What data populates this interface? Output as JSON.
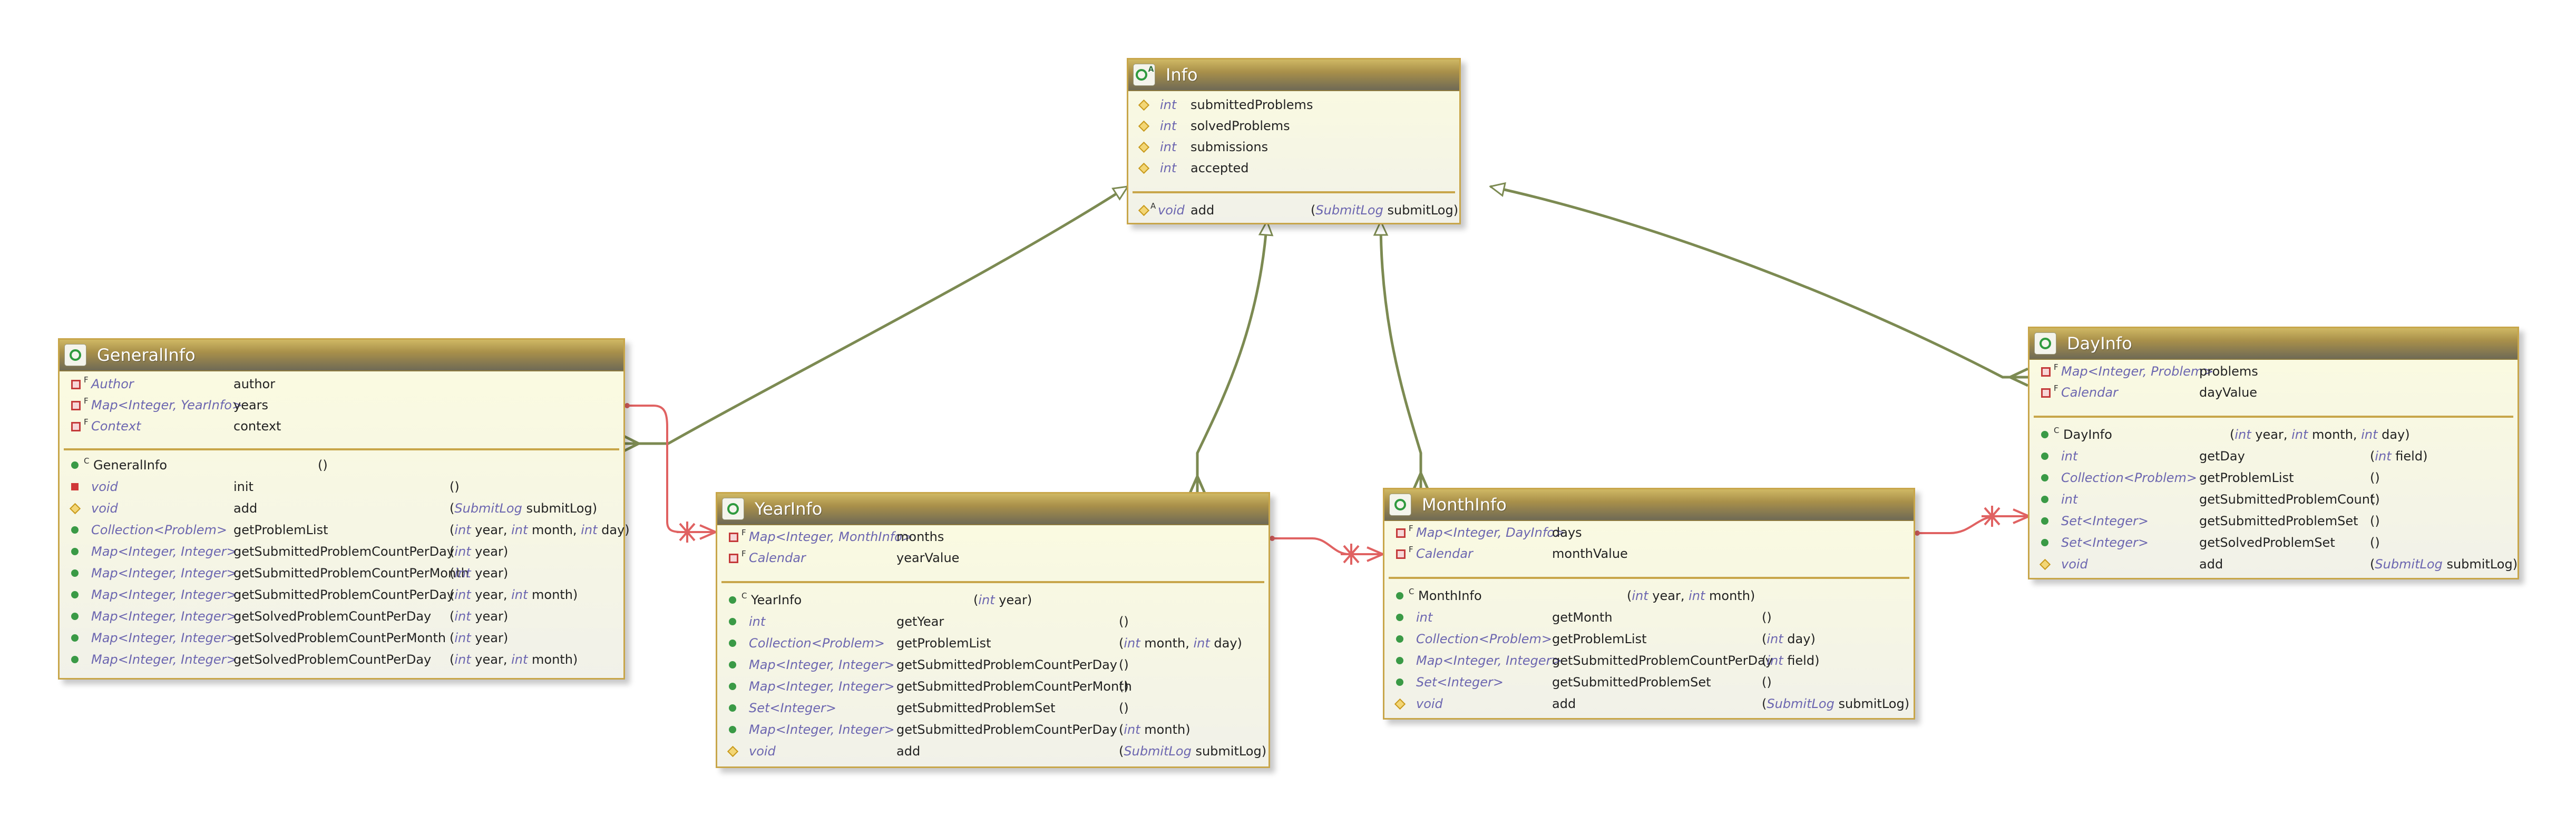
{
  "colors": {
    "inheritance_edge": "#7c8a52",
    "composition_edge": "#e06262",
    "class_border": "#c8a64a"
  },
  "classes": {
    "info": {
      "name": "Info",
      "kind_marker": "A",
      "fields": [
        {
          "visibility": "package",
          "type": "int",
          "name": "submittedProblems"
        },
        {
          "visibility": "package",
          "type": "int",
          "name": "solvedProblems"
        },
        {
          "visibility": "package",
          "type": "int",
          "name": "submissions"
        },
        {
          "visibility": "package",
          "type": "int",
          "name": "accepted"
        }
      ],
      "methods": [
        {
          "visibility": "package",
          "modifier": "A",
          "type": "void",
          "name": "add",
          "params_pre": "(",
          "params_type": "SubmitLog",
          "params_post": " submitLog)"
        }
      ]
    },
    "general": {
      "name": "GeneralInfo",
      "fields": [
        {
          "visibility": "private",
          "modifier": "F",
          "type": "Author",
          "name": "author"
        },
        {
          "visibility": "private",
          "modifier": "F",
          "type": "Map<Integer, YearInfo>",
          "name": "years"
        },
        {
          "visibility": "private",
          "modifier": "F",
          "type": "Context",
          "name": "context"
        }
      ],
      "methods": [
        {
          "visibility": "public",
          "modifier": "C",
          "name": "GeneralInfo",
          "params": "()"
        },
        {
          "visibility": "private-filled",
          "type": "void",
          "name": "init",
          "params": "()"
        },
        {
          "visibility": "package",
          "type": "void",
          "name": "add",
          "params_pre": "(",
          "params_type": "SubmitLog",
          "params_post": " submitLog)"
        },
        {
          "visibility": "public",
          "type": "Collection<Problem>",
          "name": "getProblemList",
          "params_html": "(<i>int</i> year, <i>int</i> month, <i>int</i> day)"
        },
        {
          "visibility": "public",
          "type": "Map<Integer, Integer>",
          "name": "getSubmittedProblemCountPerDay",
          "params_html": "(<i>int</i> year)"
        },
        {
          "visibility": "public",
          "type": "Map<Integer, Integer>",
          "name": "getSubmittedProblemCountPerMonth",
          "params_html": "(<i>int</i> year)"
        },
        {
          "visibility": "public",
          "type": "Map<Integer, Integer>",
          "name": "getSubmittedProblemCountPerDay",
          "params_html": "(<i>int</i> year, <i>int</i> month)"
        },
        {
          "visibility": "public",
          "type": "Map<Integer, Integer>",
          "name": "getSolvedProblemCountPerDay",
          "params_html": "(<i>int</i> year)"
        },
        {
          "visibility": "public",
          "type": "Map<Integer, Integer>",
          "name": "getSolvedProblemCountPerMonth",
          "params_html": "(<i>int</i> year)"
        },
        {
          "visibility": "public",
          "type": "Map<Integer, Integer>",
          "name": "getSolvedProblemCountPerDay",
          "params_html": "(<i>int</i> year, <i>int</i> month)"
        }
      ]
    },
    "year": {
      "name": "YearInfo",
      "fields": [
        {
          "visibility": "private",
          "modifier": "F",
          "type": "Map<Integer, MonthInfo>",
          "name": "months"
        },
        {
          "visibility": "private",
          "modifier": "F",
          "type": "Calendar",
          "name": "yearValue"
        }
      ],
      "methods": [
        {
          "visibility": "public",
          "modifier": "C",
          "name": "YearInfo",
          "params_html": "(<i>int</i> year)"
        },
        {
          "visibility": "public",
          "type": "int",
          "name": "getYear",
          "params": "()"
        },
        {
          "visibility": "public",
          "type": "Collection<Problem>",
          "name": "getProblemList",
          "params_html": "(<i>int</i> month, <i>int</i> day)"
        },
        {
          "visibility": "public",
          "type": "Map<Integer, Integer>",
          "name": "getSubmittedProblemCountPerDay",
          "params": "()"
        },
        {
          "visibility": "public",
          "type": "Map<Integer, Integer>",
          "name": "getSubmittedProblemCountPerMonth",
          "params": "()"
        },
        {
          "visibility": "public",
          "type": "Set<Integer>",
          "name": "getSubmittedProblemSet",
          "params": "()"
        },
        {
          "visibility": "public",
          "type": "Map<Integer, Integer>",
          "name": "getSubmittedProblemCountPerDay",
          "params_html": "(<i>int</i> month)"
        },
        {
          "visibility": "package",
          "type": "void",
          "name": "add",
          "params_pre": "(",
          "params_type": "SubmitLog",
          "params_post": " submitLog)"
        }
      ]
    },
    "month": {
      "name": "MonthInfo",
      "fields": [
        {
          "visibility": "private",
          "modifier": "F",
          "type": "Map<Integer, DayInfo>",
          "name": "days"
        },
        {
          "visibility": "private",
          "modifier": "F",
          "type": "Calendar",
          "name": "monthValue"
        }
      ],
      "methods": [
        {
          "visibility": "public",
          "modifier": "C",
          "name": "MonthInfo",
          "params_html": "(<i>int</i> year, <i>int</i> month)"
        },
        {
          "visibility": "public",
          "type": "int",
          "name": "getMonth",
          "params": "()"
        },
        {
          "visibility": "public",
          "type": "Collection<Problem>",
          "name": "getProblemList",
          "params_html": "(<i>int</i> day)"
        },
        {
          "visibility": "public",
          "type": "Map<Integer, Integer>",
          "name": "getSubmittedProblemCountPerDay",
          "params_html": "(<i>int</i> field)"
        },
        {
          "visibility": "public",
          "type": "Set<Integer>",
          "name": "getSubmittedProblemSet",
          "params": "()"
        },
        {
          "visibility": "package",
          "type": "void",
          "name": "add",
          "params_pre": "(",
          "params_type": "SubmitLog",
          "params_post": " submitLog)"
        }
      ]
    },
    "day": {
      "name": "DayInfo",
      "fields": [
        {
          "visibility": "private",
          "modifier": "F",
          "type": "Map<Integer, Problem>",
          "name": "problems"
        },
        {
          "visibility": "private",
          "modifier": "F",
          "type": "Calendar",
          "name": "dayValue"
        }
      ],
      "methods": [
        {
          "visibility": "public",
          "modifier": "C",
          "name": "DayInfo",
          "params_html": "(<i>int</i> year, <i>int</i> month, <i>int</i> day)"
        },
        {
          "visibility": "public",
          "type": "int",
          "name": "getDay",
          "params_html": "(<i>int</i> field)"
        },
        {
          "visibility": "public",
          "type": "Collection<Problem>",
          "name": "getProblemList",
          "params": "()"
        },
        {
          "visibility": "public",
          "type": "int",
          "name": "getSubmittedProblemCount",
          "params": "()"
        },
        {
          "visibility": "public",
          "type": "Set<Integer>",
          "name": "getSubmittedProblemSet",
          "params": "()"
        },
        {
          "visibility": "public",
          "type": "Set<Integer>",
          "name": "getSolvedProblemSet",
          "params": "()"
        },
        {
          "visibility": "package",
          "type": "void",
          "name": "add",
          "params_pre": "(",
          "params_type": "SubmitLog",
          "params_post": " submitLog)"
        }
      ]
    }
  }
}
